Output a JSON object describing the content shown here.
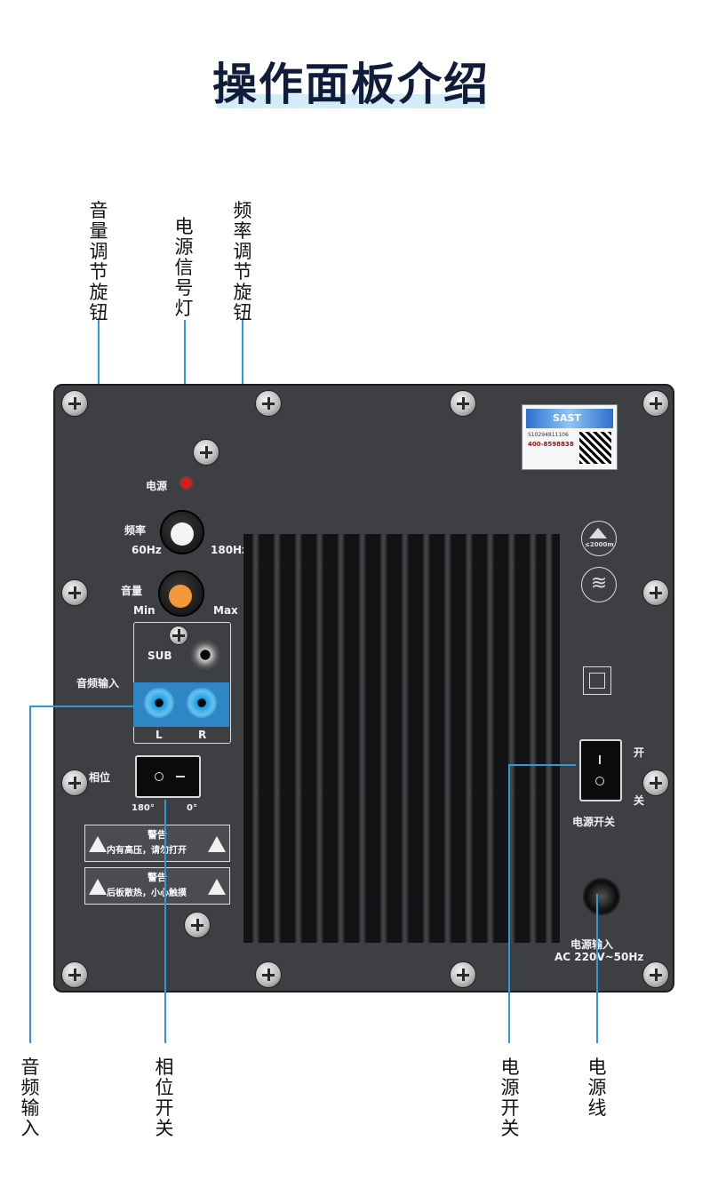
{
  "title": "操作面板介绍",
  "callouts": {
    "volume_knob": "音量调节旋钮",
    "power_light": "电源信号灯",
    "freq_knob": "频率调节旋钮",
    "audio_input": "音频输入",
    "phase_switch": "相位开关",
    "power_switch": "电源开关",
    "power_cord": "电源线"
  },
  "panel": {
    "power_label": "电源",
    "freq_label": "频率",
    "freq_min": "60Hz",
    "freq_max": "180Hz",
    "volume_label": "音量",
    "volume_min": "Min",
    "volume_max": "Max",
    "sub_label": "SUB",
    "audio_input_label": "音频输入",
    "left_label": "L",
    "right_label": "R",
    "phase_label": "相位",
    "phase_180": "180°",
    "phase_0": "0°",
    "warning1_title": "警告",
    "warning1_text": "内有高压，请勿打开",
    "warning2_title": "警告",
    "warning2_text": "后板散热，小心触摸",
    "switch_on": "开",
    "switch_off": "关",
    "power_switch_label": "电源开关",
    "power_input_label": "电源输入",
    "power_spec": "AC 220V~50Hz",
    "altitude_label": "≤2000m",
    "badge_brand": "SAST",
    "badge_serial": "S10294811106",
    "badge_phone": "400-8598838"
  },
  "colors": {
    "accent_line": "#2e9ad3",
    "input_area": "#2f86c6",
    "power_led": "#e01818",
    "volume_cap": "#f29a3a",
    "freq_cap": "#f4f4f4"
  }
}
